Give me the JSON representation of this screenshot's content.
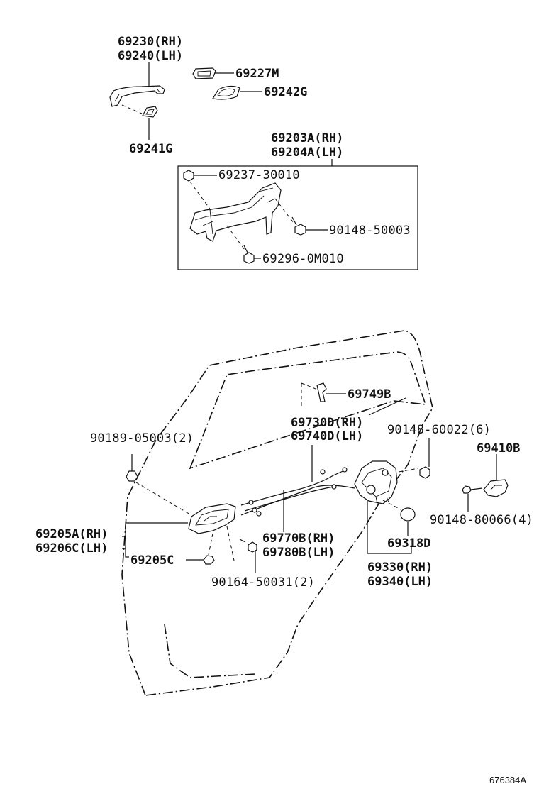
{
  "labels": {
    "p69230": "69230(RH)",
    "p69240": "69240(LH)",
    "p69227M": "69227M",
    "p69242G": "69242G",
    "p69241G": "69241G",
    "p69203A": "69203A(RH)",
    "p69204A": "69204A(LH)",
    "p69237": "69237-30010",
    "p90148_50003": "90148-50003",
    "p69296": "69296-0M010",
    "p69749B": "69749B",
    "p69730D": "69730D(RH)",
    "p69740D": "69740D(LH)",
    "p90148_60022": "90148-60022(6)",
    "p69410B": "69410B",
    "p90189": "90189-05003(2)",
    "p69205A": "69205A(RH)",
    "p69206C": "69206C(LH)",
    "p69205C": "69205C",
    "p69770B": "69770B(RH)",
    "p69780B": "69780B(LH)",
    "p69318D": "69318D",
    "p90148_80066": "90148-80066(4)",
    "p69330": "69330(RH)",
    "p69340": "69340(LH)",
    "p90164": "90164-50031(2)"
  },
  "figure_id": "676384A"
}
